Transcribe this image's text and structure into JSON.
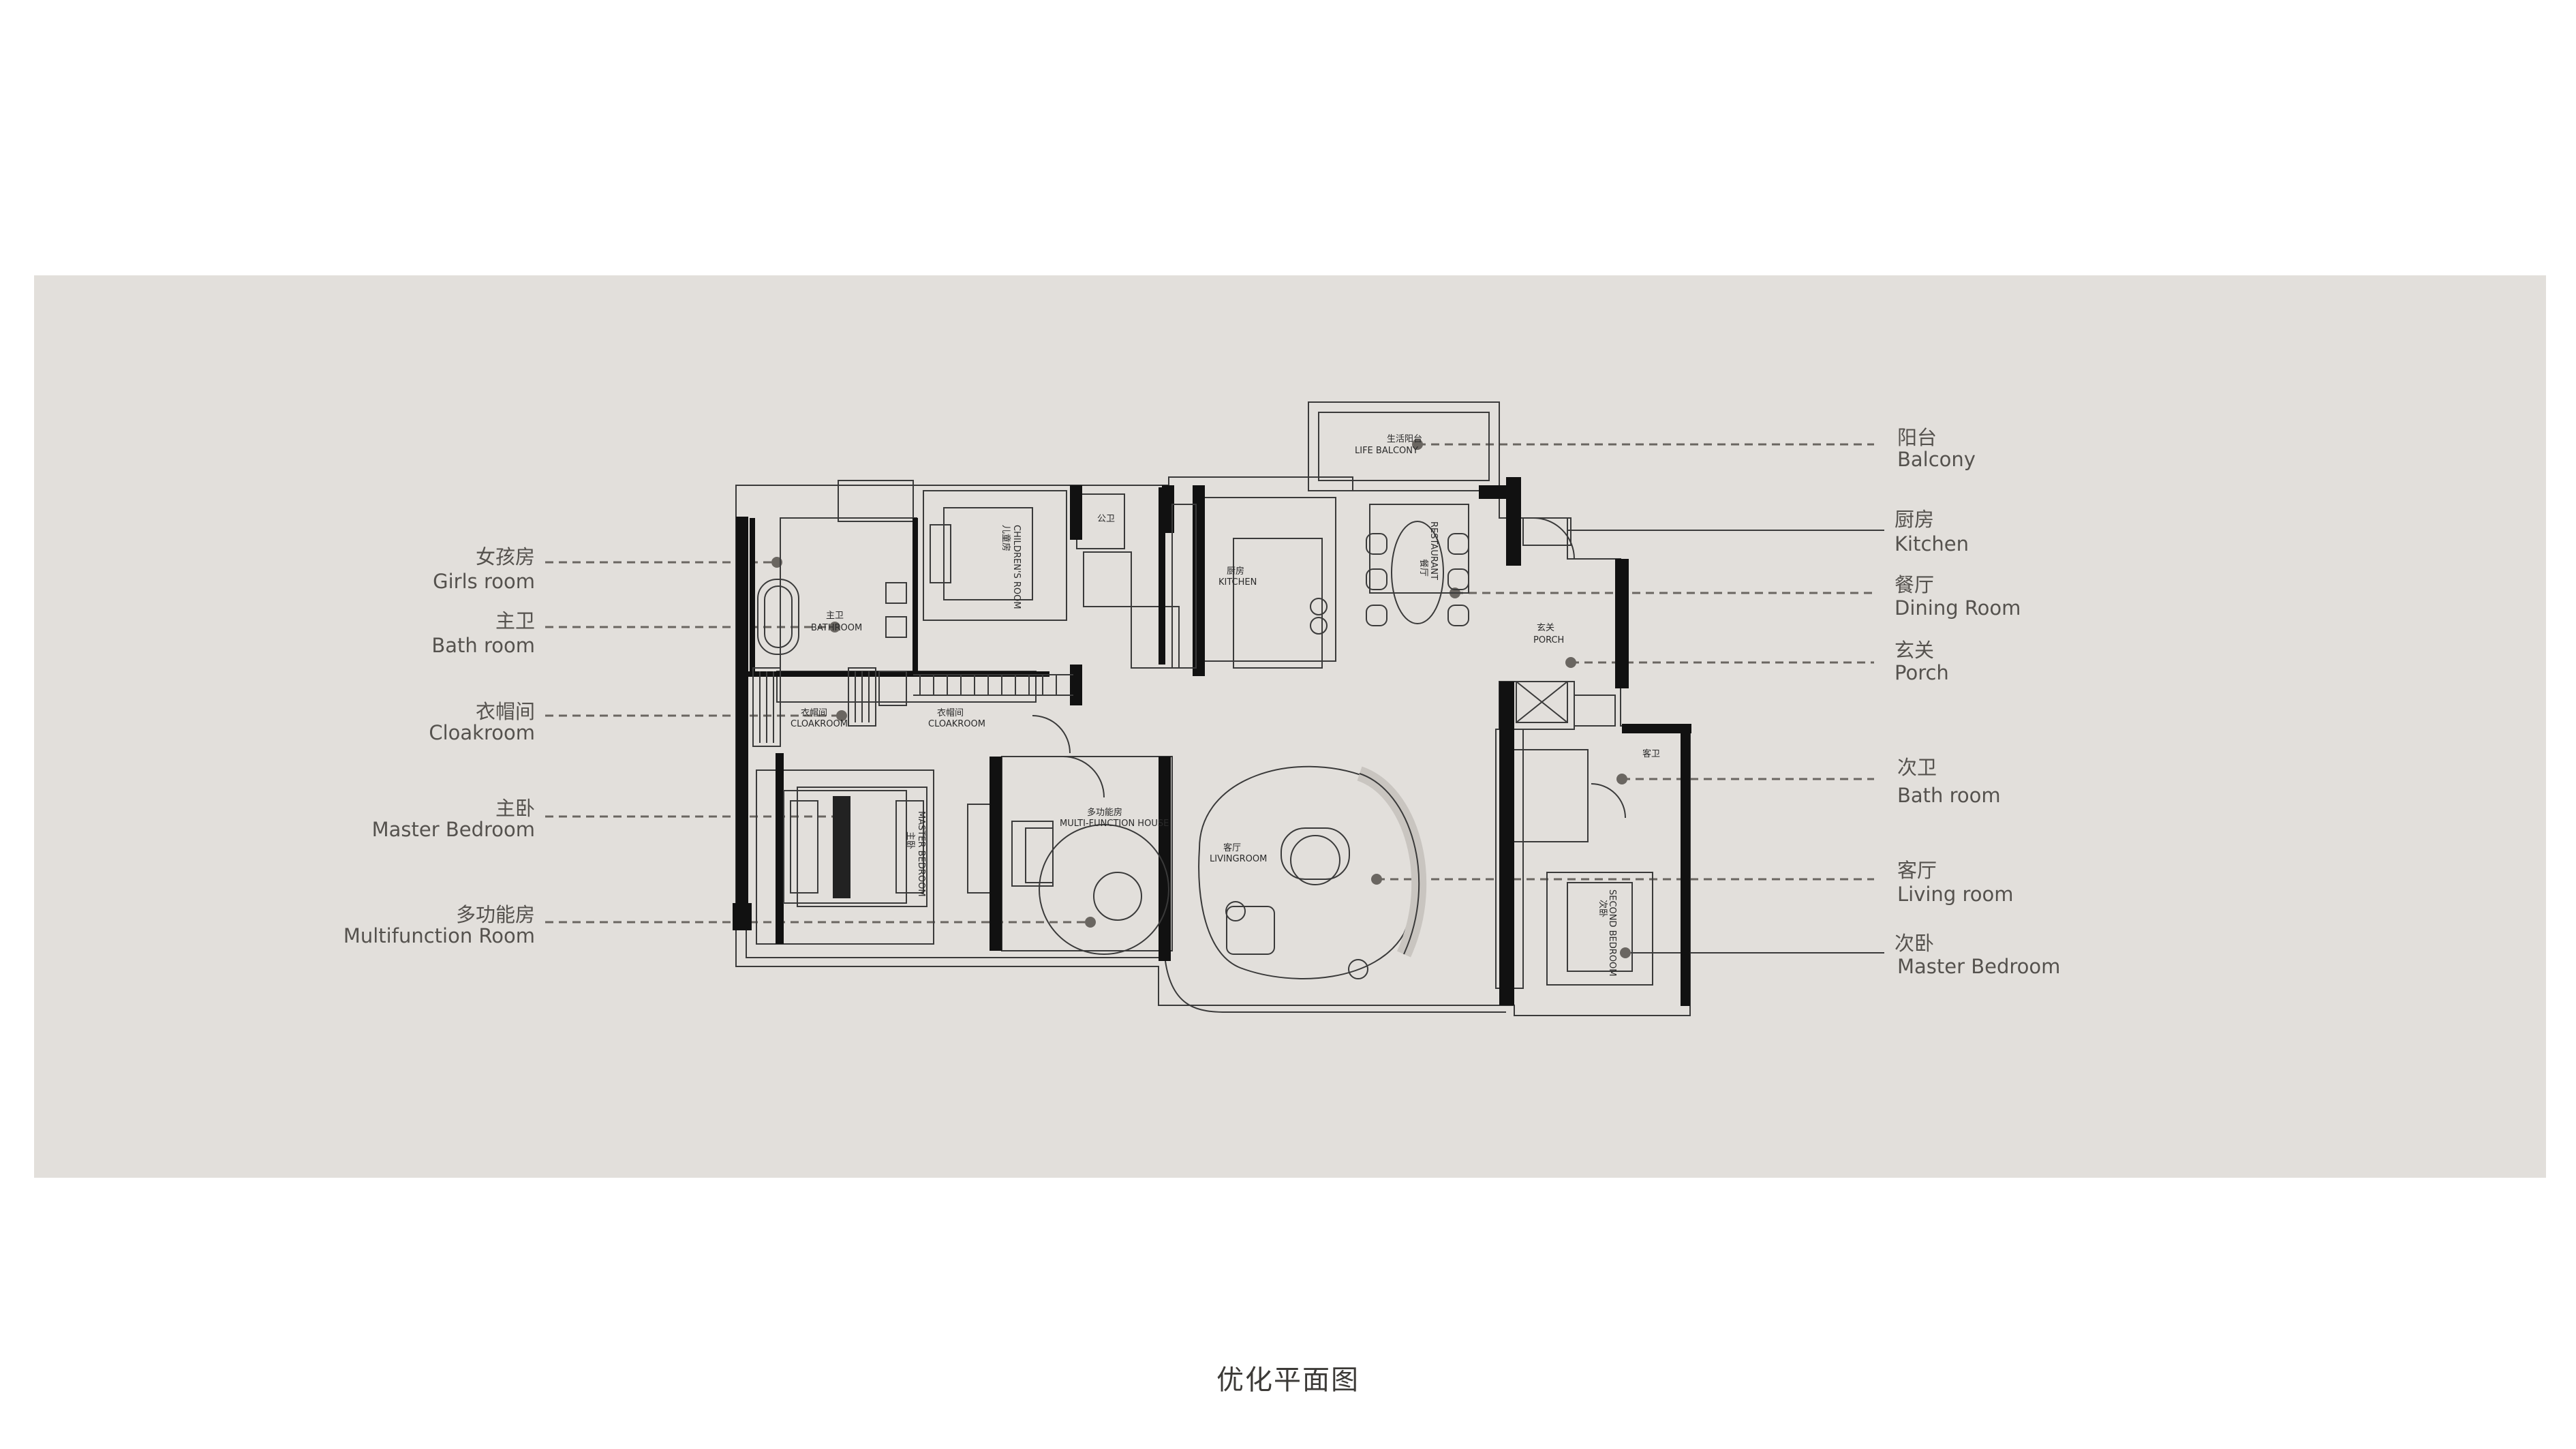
{
  "caption": "优化平面图",
  "colors": {
    "background": "#ffffff",
    "panel": "#e2dfdb",
    "wall": "#111111",
    "line": "#3a3a3a",
    "leader": "#6a6661",
    "text": "#55524e"
  },
  "callouts": {
    "left": [
      {
        "zh": "女孩房",
        "en": "Girls room"
      },
      {
        "zh": "主卫",
        "en": "Bath room"
      },
      {
        "zh": "衣帽间",
        "en": "Cloakroom"
      },
      {
        "zh": "主卧",
        "en": "Master Bedroom"
      },
      {
        "zh": "多功能房",
        "en": "Multifunction Room"
      }
    ],
    "right": [
      {
        "zh": "阳台",
        "en": "Balcony"
      },
      {
        "zh": "厨房",
        "en": "Kitchen"
      },
      {
        "zh": "餐厅",
        "en": "Dining Room"
      },
      {
        "zh": "玄关",
        "en": "Porch"
      },
      {
        "zh": "次卫",
        "en": "Bath room"
      },
      {
        "zh": "客厅",
        "en": "Living room"
      },
      {
        "zh": "次卧",
        "en": "Master Bedroom"
      }
    ]
  },
  "plan_labels": {
    "balcony_zh": "生活阳台",
    "balcony_en": "LIFE BALCONY",
    "kitchen_zh": "厨房",
    "kitchen_en": "KITCHEN",
    "dining_zh": "餐厅",
    "dining_en": "RESTAURANT",
    "porch_zh": "玄关",
    "porch_en": "PORCH",
    "public_bath_zh": "公卫",
    "girls_zh": "儿童房",
    "girls_en": "CHILDREN'S ROOM",
    "master_bath_zh": "主卫",
    "master_bath_en": "BATHROOM",
    "cloak1_zh": "衣帽间",
    "cloak1_en": "CLOAKROOM",
    "cloak2_zh": "衣帽间",
    "cloak2_en": "CLOAKROOM",
    "master_bed_zh": "主卧",
    "master_bed_en": "MASTER BEDROOM",
    "multi_zh": "多功能房",
    "multi_en": "MULTI-FUNCTION HOUSE",
    "living_zh": "客厅",
    "living_en": "LIVINGROOM",
    "guest_bath_zh": "客卫",
    "second_bed_zh": "次卧",
    "second_bed_en": "SECOND BEDROOM"
  }
}
